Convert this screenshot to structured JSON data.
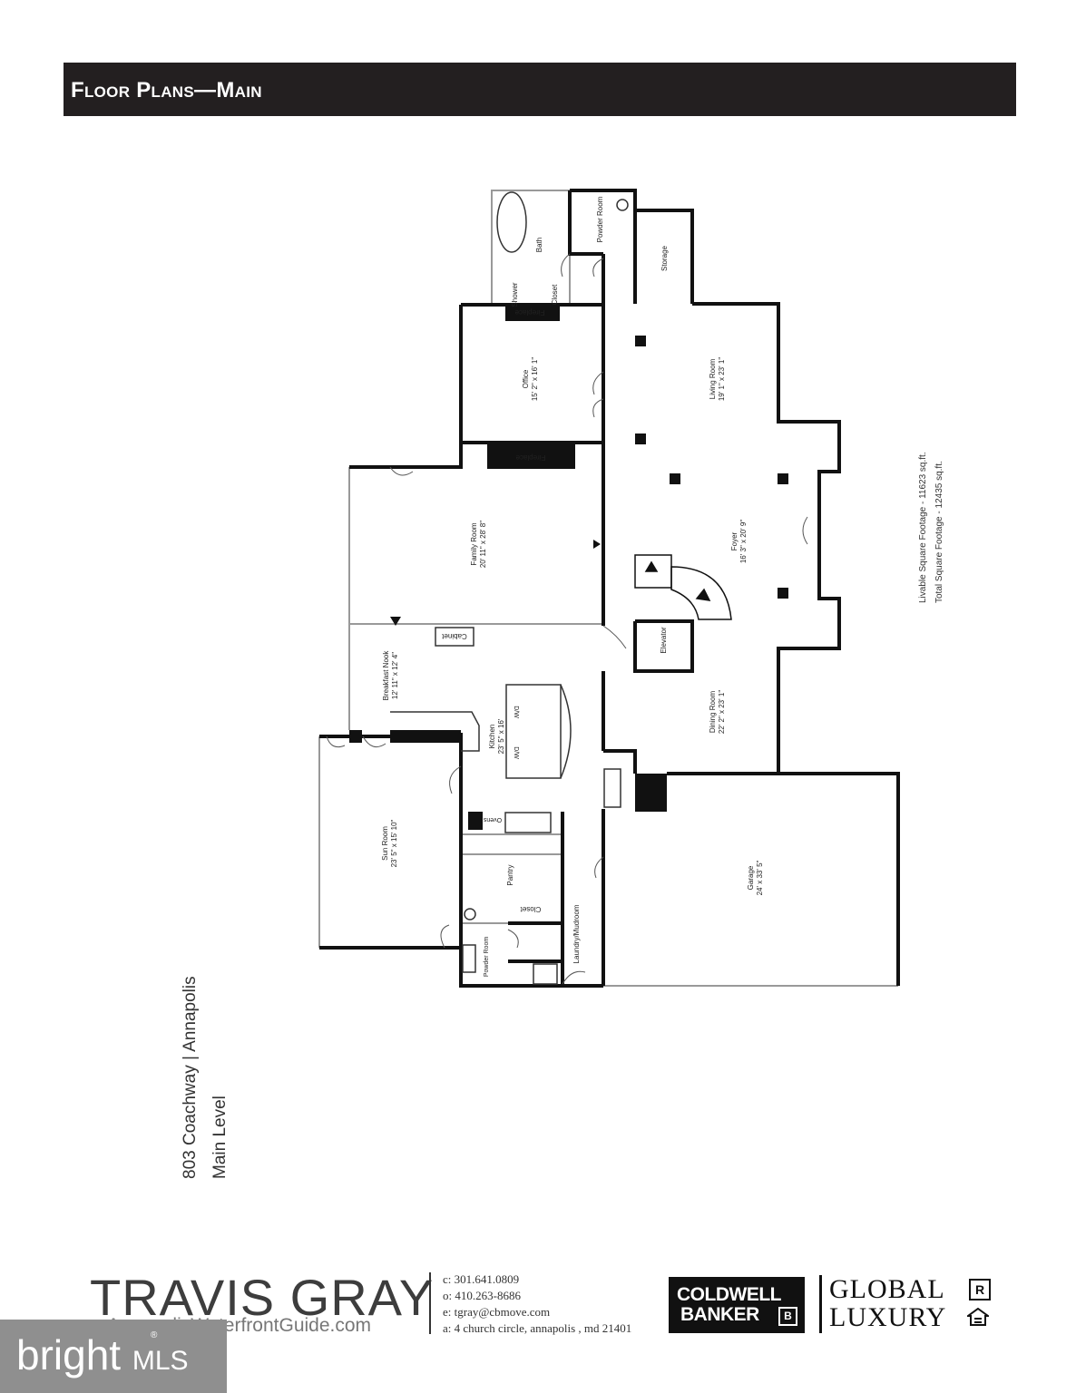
{
  "header": {
    "title": "Floor Plans—Main"
  },
  "property": {
    "address_line": "803 Coachway  |  Annapolis",
    "level": "Main Level"
  },
  "square_footage": {
    "livable": "Livable Square Footage - 11623 sq.ft.",
    "total": "Total Square Footage - 12435 sq.ft."
  },
  "rooms": [
    {
      "name": "Bath",
      "dims": ""
    },
    {
      "name": "Powder Room",
      "dims": ""
    },
    {
      "name": "Storage",
      "dims": ""
    },
    {
      "name": "Closet",
      "dims": ""
    },
    {
      "name": "Shower",
      "dims": ""
    },
    {
      "name": "Fireplace",
      "dims": ""
    },
    {
      "name": "Office",
      "dims": "15' 2\" x 16' 1\""
    },
    {
      "name": "Living Room",
      "dims": "19' 1\" x 23' 1\""
    },
    {
      "name": "Fireplace",
      "dims": ""
    },
    {
      "name": "Family Room",
      "dims": "20' 11\" x 28' 8\""
    },
    {
      "name": "Foyer",
      "dims": "16' 3\" x 20' 9\""
    },
    {
      "name": "Cabinet",
      "dims": ""
    },
    {
      "name": "Elevator",
      "dims": ""
    },
    {
      "name": "Breakfast Nook",
      "dims": "12' 11\" x 12' 4\""
    },
    {
      "name": "Kitchen",
      "dims": "23' 5\" x 16'"
    },
    {
      "name": "Dining Room",
      "dims": "22' 2\" x 23' 1\""
    },
    {
      "name": "Ovens",
      "dims": ""
    },
    {
      "name": "Sun Room",
      "dims": "23' 5\" x 15' 10\""
    },
    {
      "name": "Pantry",
      "dims": ""
    },
    {
      "name": "Garage",
      "dims": "24' x 33' 5\""
    },
    {
      "name": "Closet",
      "dims": ""
    },
    {
      "name": "Laundry/Mudroom",
      "dims": ""
    },
    {
      "name": "Powder Room",
      "dims": ""
    }
  ],
  "appliances": {
    "dw_left": "D/W",
    "dw_right": "D/W"
  },
  "agent": {
    "name": "TRAVIS GRAY",
    "website": "AnnapolisWaterfrontGuide.com",
    "phone_cell": "c: 301.641.0809",
    "phone_office": "o: 410.263-8686",
    "email": "e: tgray@cbmove.com",
    "address": "a: 4 church circle, annapolis , md 21401"
  },
  "brokerage": {
    "line1": "COLDWELL",
    "line2": "BANKER",
    "mark": "B",
    "luxury_line1": "GLOBAL",
    "luxury_line2": "LUXURY",
    "realtor_mark": "R"
  },
  "mls": {
    "brand": "bright",
    "suffix": "MLS",
    "reg": "®"
  }
}
